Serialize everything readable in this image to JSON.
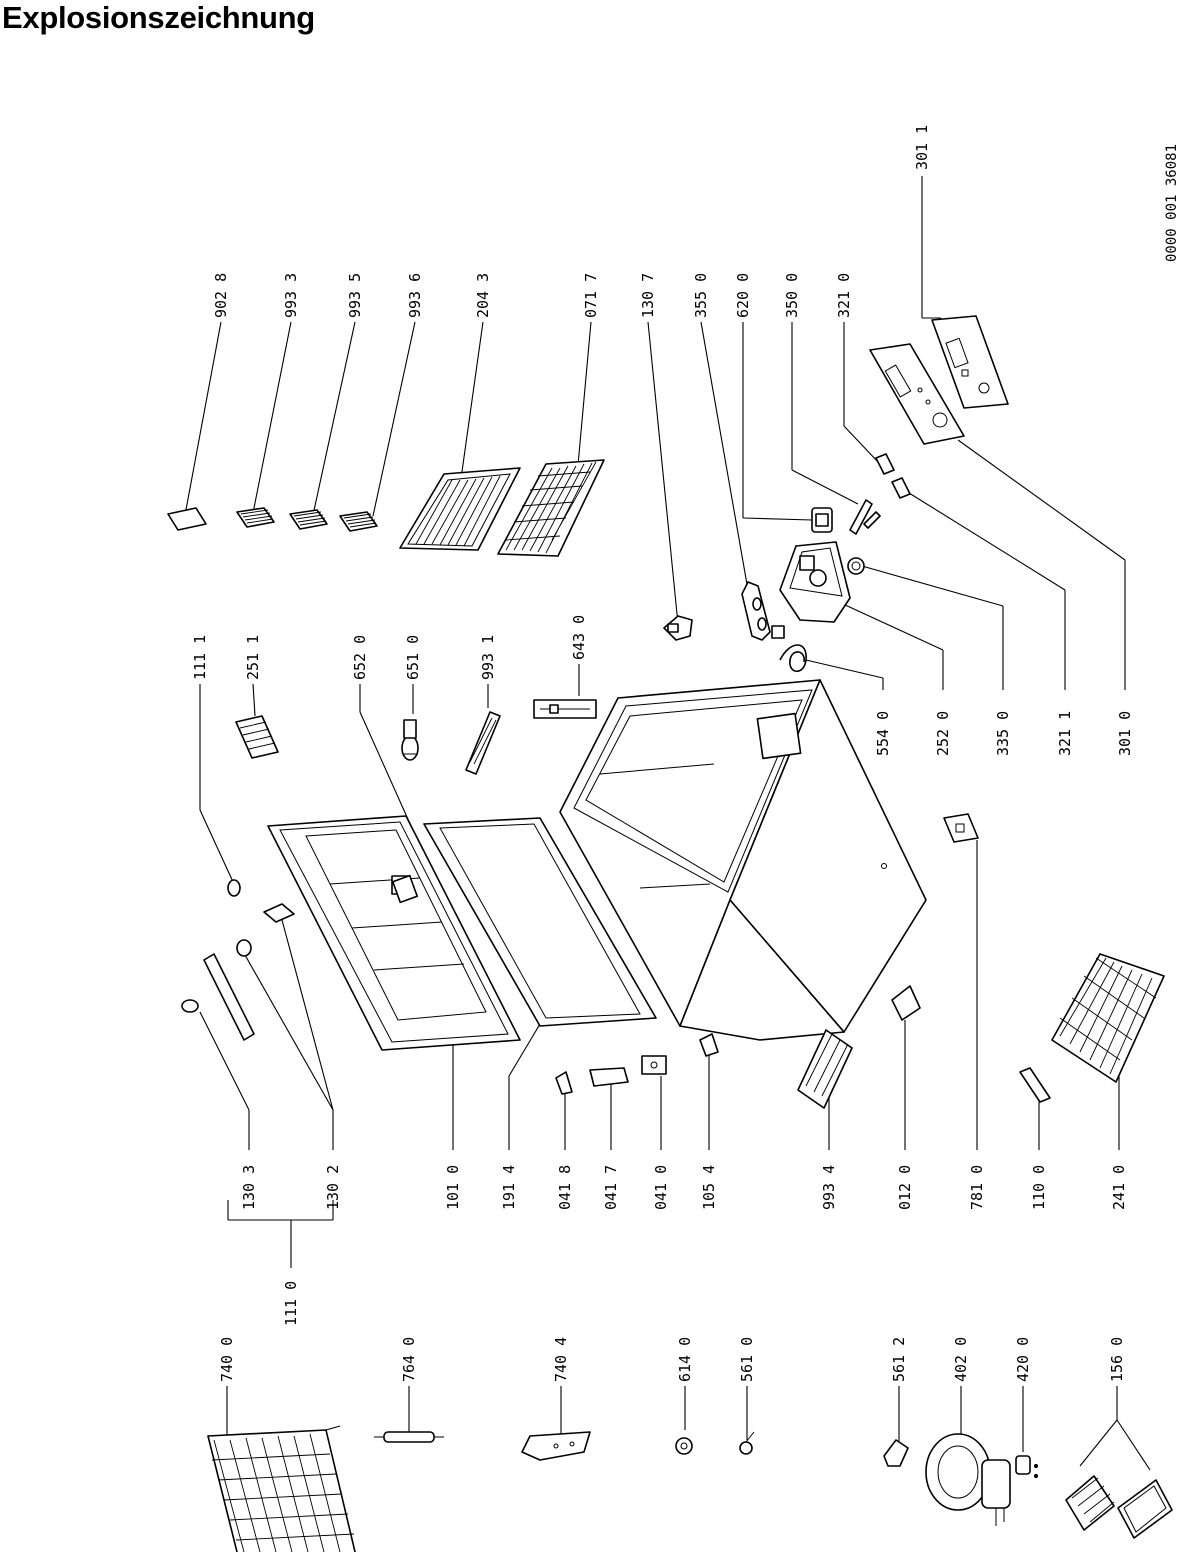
{
  "title": "Explosionszeichnung",
  "doc_code": "0000 001 36081",
  "labels": {
    "l9028": "902 8",
    "l9933": "993 3",
    "l9935": "993 5",
    "l9936": "993 6",
    "l2043": "204 3",
    "l0717": "071 7",
    "l1307": "130 7",
    "l3550": "355 0",
    "l6200": "620 0",
    "l3500": "350 0",
    "l3210": "321 0",
    "l3011": "301 1",
    "l1111": "111 1",
    "l2511": "251 1",
    "l6520": "652 0",
    "l6510": "651 0",
    "l9931": "993 1",
    "l6430": "643 0",
    "l5540": "554 0",
    "l2520": "252 0",
    "l3350": "335 0",
    "l3211": "321 1",
    "l3010": "301 0",
    "l1303": "130 3",
    "l1302": "130 2",
    "l1110": "111 0",
    "l1010": "101 0",
    "l1914": "191 4",
    "l0418": "041 8",
    "l0417": "041 7",
    "l0410": "041 0",
    "l1054": "105 4",
    "l9934": "993 4",
    "l0120": "012 0",
    "l7810": "781 0",
    "l1100": "110 0",
    "l2410": "241 0",
    "l7400": "740 0",
    "l7640": "764 0",
    "l7404": "740 4",
    "l6140": "614 0",
    "l5610": "561 0",
    "l5612": "561 2",
    "l4020": "402 0",
    "l4200": "420 0",
    "l1560": "156 0"
  }
}
